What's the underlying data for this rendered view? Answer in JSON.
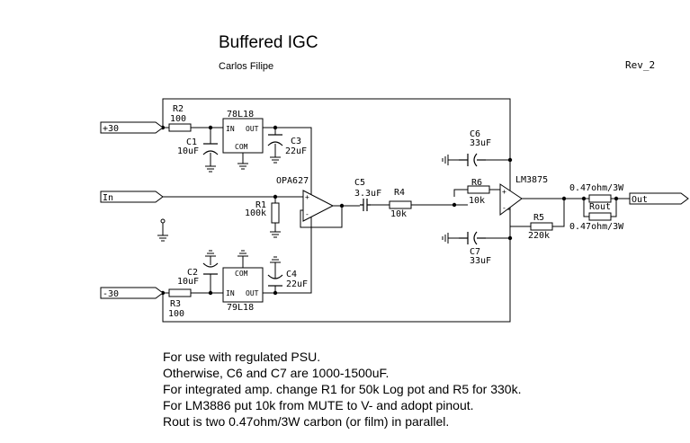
{
  "title": "Buffered IGC",
  "author": "Carlos Filipe",
  "revision": "Rev_2",
  "ports": {
    "pos_supply": "+30",
    "input": "In",
    "neg_supply": "-30",
    "output": "Out"
  },
  "components": {
    "r2": {
      "ref": "R2",
      "value": "100"
    },
    "r3": {
      "ref": "R3",
      "value": "100"
    },
    "c1": {
      "ref": "C1",
      "value": "10uF"
    },
    "c2": {
      "ref": "C2",
      "value": "10uF"
    },
    "c3": {
      "ref": "C3",
      "value": "22uF"
    },
    "c4": {
      "ref": "C4",
      "value": "22uF"
    },
    "reg_pos": {
      "ref": "78L18",
      "pin_in": "IN",
      "pin_out": "OUT",
      "pin_com": "COM"
    },
    "reg_neg": {
      "ref": "79L18",
      "pin_in": "IN",
      "pin_out": "OUT",
      "pin_com": "COM"
    },
    "r1": {
      "ref": "R1",
      "value": "100k"
    },
    "opamp": {
      "ref": "OPA627"
    },
    "c5": {
      "ref": "C5",
      "value": "3.3uF"
    },
    "r4": {
      "ref": "R4",
      "value": "10k"
    },
    "c6": {
      "ref": "C6",
      "value": "33uF"
    },
    "c7": {
      "ref": "C7",
      "value": "33uF"
    },
    "r6": {
      "ref": "R6",
      "value": "10k"
    },
    "amp": {
      "ref": "LM3875"
    },
    "r5": {
      "ref": "R5",
      "value": "220k"
    },
    "rout": {
      "ref": "Rout",
      "value_top": "0.47ohm/3W",
      "value_bottom": "0.47ohm/3W"
    }
  },
  "notes": [
    "For use with regulated PSU.",
    "Otherwise, C6 and C7 are 1000-1500uF.",
    "For integrated amp. change R1 for 50k Log pot and R5 for 330k.",
    "For LM3886 put 10k from MUTE to V- and adopt pinout.",
    "Rout is two 0.47ohm/3W carbon (or film) in parallel."
  ]
}
